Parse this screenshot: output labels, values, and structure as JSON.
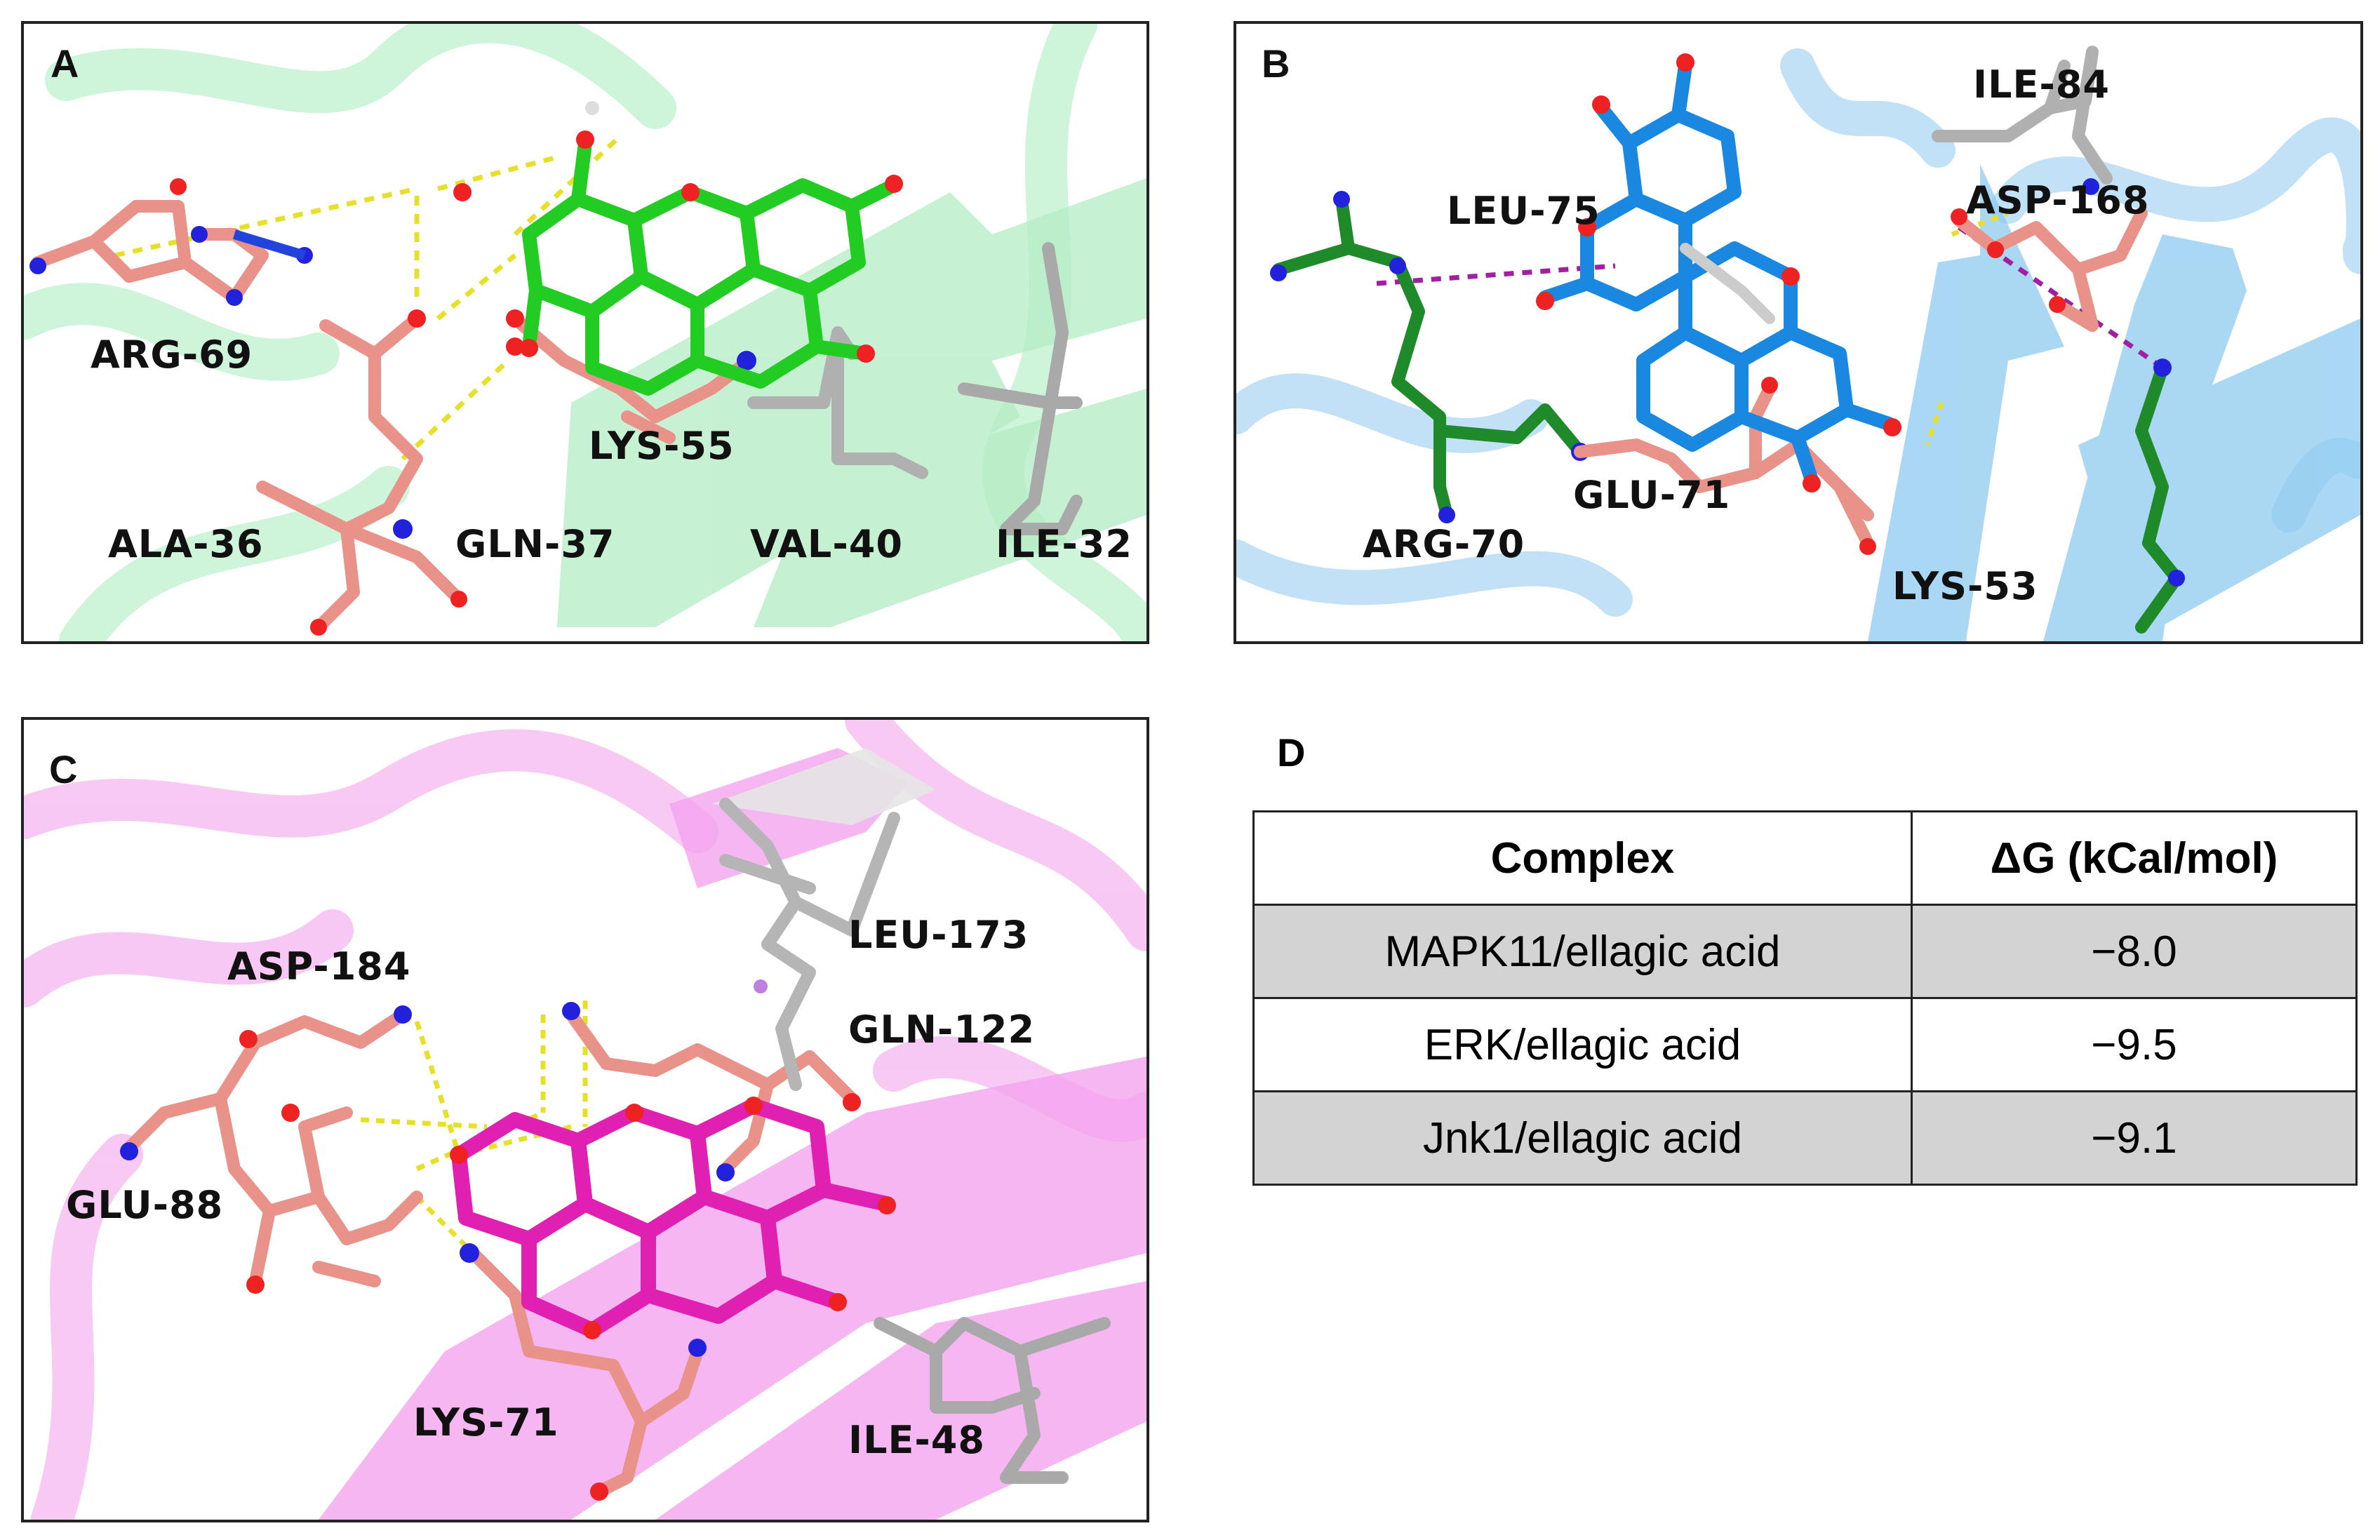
{
  "panels": {
    "a": {
      "letter": "A",
      "labels": [
        "ARG-69",
        "ALA-36",
        "GLN-37",
        "LYS-55",
        "VAL-40",
        "ILE-32"
      ]
    },
    "b": {
      "letter": "B",
      "labels": [
        "ILE-84",
        "ASP-168",
        "LEU-75",
        "ARG-70",
        "GLU-71",
        "LYS-53"
      ]
    },
    "c": {
      "letter": "C",
      "labels": [
        "ASP-184",
        "LEU-173",
        "GLN-122",
        "GLU-88",
        "LYS-71",
        "ILE-48"
      ]
    },
    "d": {
      "letter": "D"
    }
  },
  "table": {
    "headers": [
      "Complex",
      "ΔG (kCal/mol)"
    ],
    "rows": [
      [
        "MAPK11/ellagic acid",
        "−8.0"
      ],
      [
        "ERK/ellagic acid",
        "−9.5"
      ],
      [
        "Jnk1/ellagic acid",
        "−9.1"
      ]
    ]
  },
  "colors": {
    "panel_a_protein": "#b8efc8",
    "panel_a_ligand": "#22cc22",
    "panel_b_protein": "#a9d4f2",
    "panel_b_ligand": "#1a88e0",
    "panel_c_protein": "#f5b3f0",
    "panel_c_ligand": "#e020b0",
    "residue_salmon": "#e8928a",
    "residue_gray": "#a9a9a9",
    "residue_green": "#1f8a2a",
    "hbond": "#e6e02a",
    "salt_bridge": "#a020a0"
  }
}
